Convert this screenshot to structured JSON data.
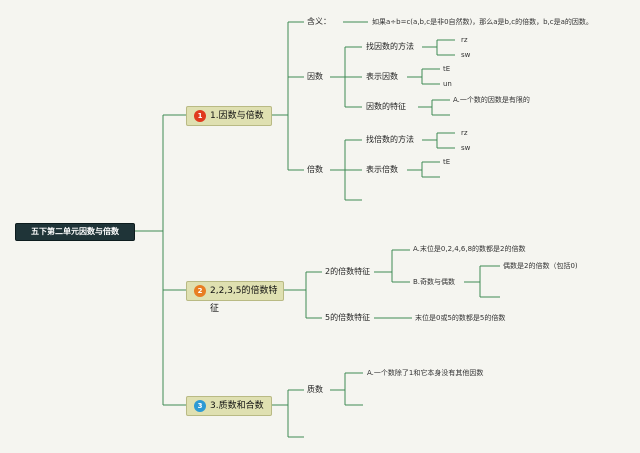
{
  "root": {
    "title": "五下第二单元因数与倍数"
  },
  "branches": [
    {
      "number": "1",
      "badge_color": "#e03a1e",
      "label": "1.因数与倍数",
      "meaning_label": "含义：",
      "meaning_text": "如果a÷b=c(a,b,c是非0自然数)，那么a是b,c的倍数，b,c是a的因数。",
      "factor": {
        "label": "因数",
        "find_method": "找因数的方法",
        "find_items": [
          "rz",
          "sw"
        ],
        "represent": "表示因数",
        "represent_items": [
          "tE",
          "un"
        ],
        "feature": "因数的特征",
        "feature_item": "A.一个数的因数是有限的"
      },
      "multiple": {
        "label": "倍数",
        "find_method": "找倍数的方法",
        "find_items": [
          "rz",
          "sw"
        ],
        "represent": "表示倍数",
        "represent_items": [
          "tE"
        ]
      }
    },
    {
      "number": "2",
      "badge_color": "#e87d22",
      "label": "2,2,3,5的倍数特征",
      "two": {
        "label": "2的倍数特征",
        "a": "A.末位是0,2,4,6,8的数都是2的倍数",
        "b": "B.奇数与偶数",
        "b_item": "偶数是2的倍数（包括0)"
      },
      "five": {
        "label": "5的倍数特征",
        "text": "末位是0或5的数都是5的倍数"
      }
    },
    {
      "number": "3",
      "badge_color": "#2c9ad4",
      "label": "3.质数和合数",
      "prime": {
        "label": "质数",
        "text": "A.一个数除了1和它本身没有其他因数"
      }
    }
  ]
}
